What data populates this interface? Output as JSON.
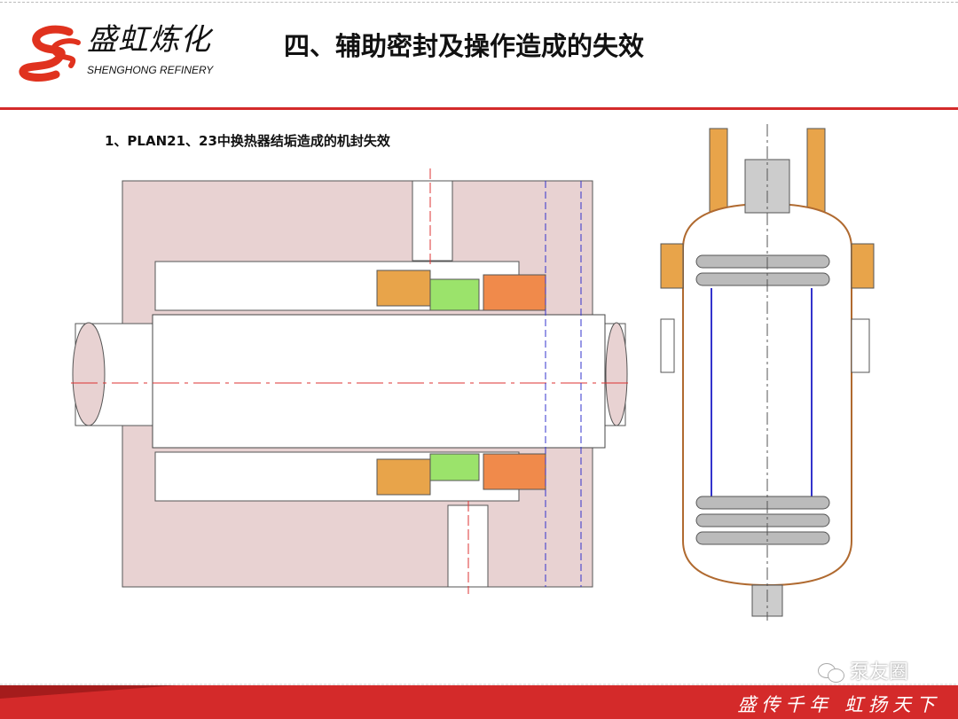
{
  "header": {
    "logo_cn": "盛虹炼化",
    "logo_en": "SHENGHONG REFINERY",
    "title": "四、辅助密封及操作造成的失效"
  },
  "content": {
    "subtitle": "1、PLAN21、23中换热器结垢造成的机封失效"
  },
  "footer": {
    "slogan": "盛传千年 虹扬天下",
    "watermark": "泵友圈"
  },
  "colors": {
    "brand_red": "#d42a2a",
    "body_pink": "#e8d2d2",
    "orange": "#f08a4b",
    "green": "#9be36b"
  }
}
